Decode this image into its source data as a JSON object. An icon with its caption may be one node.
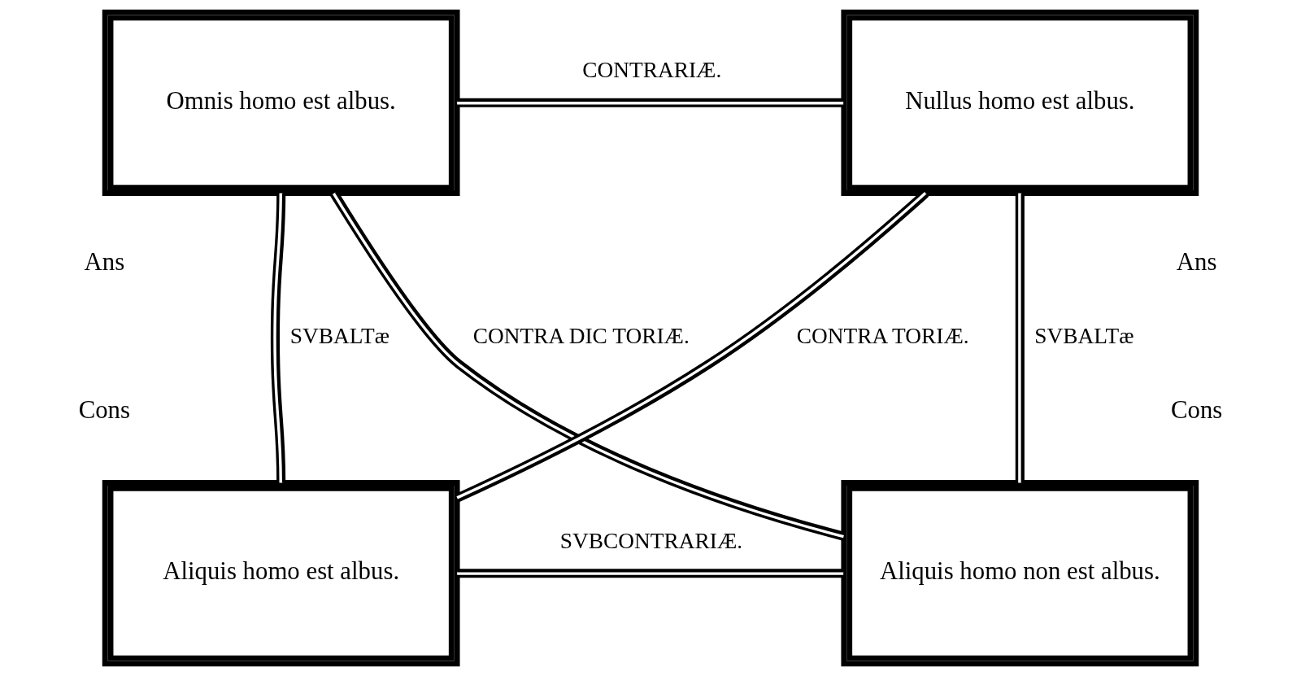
{
  "diagram": {
    "nodes": [
      {
        "text": [
          "Omnis homo est albus."
        ]
      },
      {
        "text": [
          "Nullus homo est albus."
        ]
      },
      {
        "text": [
          "Aliquis homo est albus."
        ]
      },
      {
        "text": [
          "Aliquis homo non est albus."
        ]
      }
    ],
    "edges": [
      {
        "from": 0,
        "to": 1,
        "arrow": "none",
        "label": "CONTRARIÆ."
      },
      {
        "from": 0,
        "to": 2,
        "arrow": "none",
        "label": "SVBALTæ"
      },
      {
        "from": 1,
        "to": 3,
        "arrow": "none",
        "label": "SVBALTæ"
      },
      {
        "from": 0,
        "to": 3,
        "arrow": "none",
        "label": "CONTRA DIC TORIÆ."
      },
      {
        "from": 1,
        "to": 2,
        "arrow": "none",
        "label": "CONTRA TORIÆ."
      },
      {
        "from": 2,
        "to": 3,
        "arrow": "none",
        "label": "SVBCONTRARIÆ."
      }
    ],
    "labels": [
      "Ans",
      "Ans",
      "Cons",
      "Cons"
    ]
  }
}
